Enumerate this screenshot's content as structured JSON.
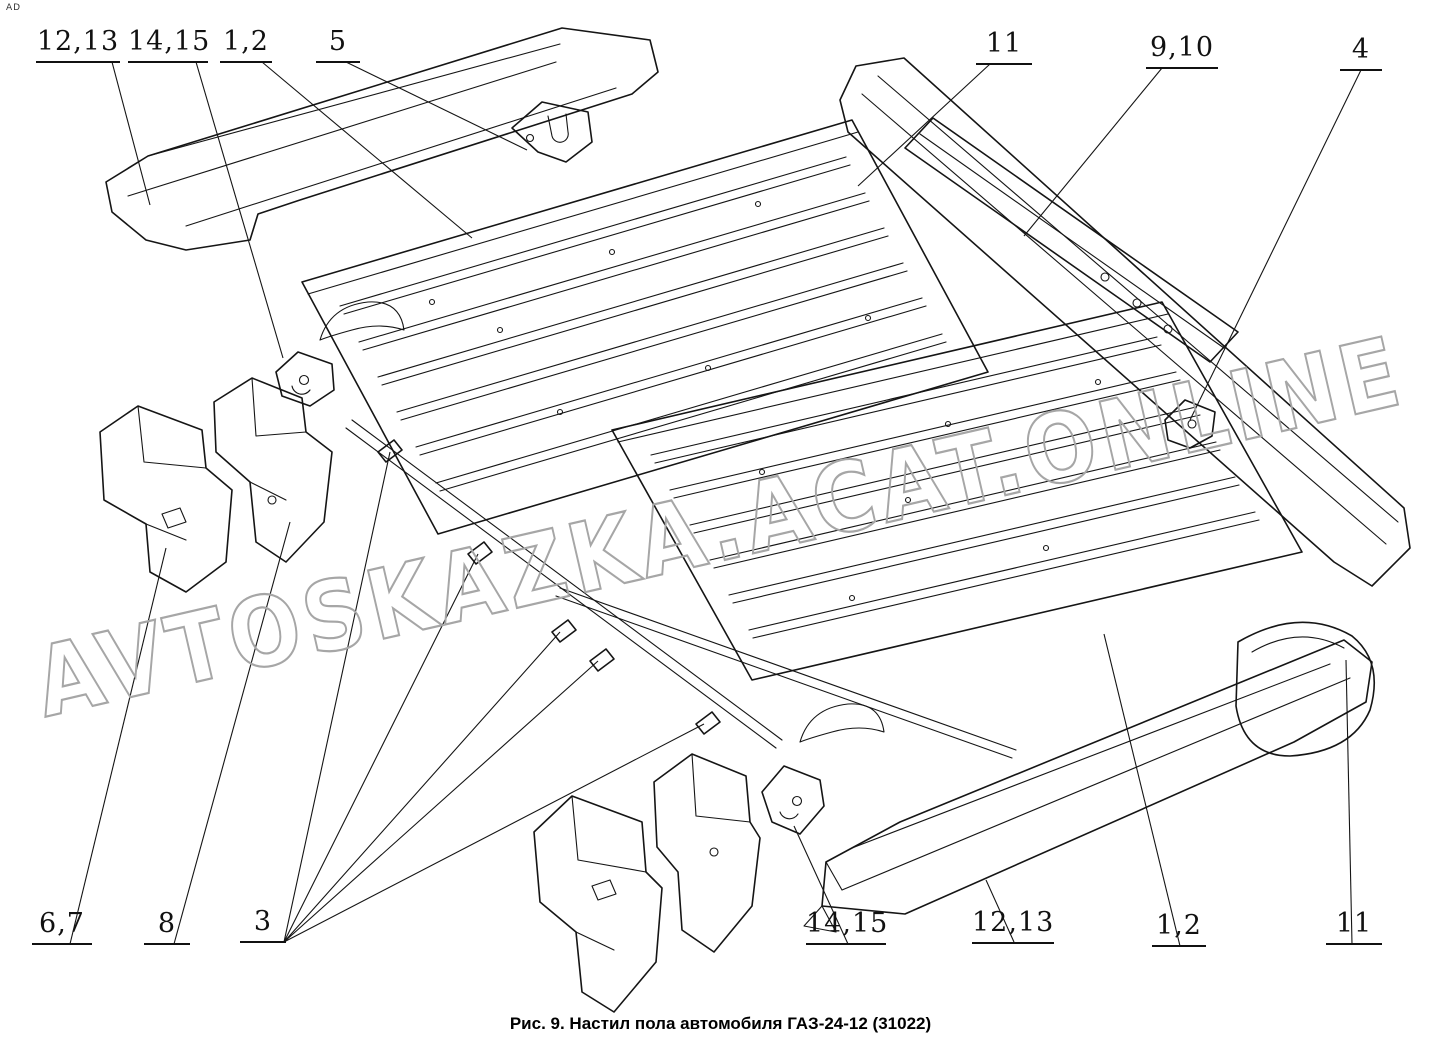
{
  "figure": {
    "caption": "Рис. 9. Настил пола автомобиля ГАЗ-24-12 (31022)",
    "watermark": "AVTOSKAZKA.ACAT.ONLINE",
    "corner_mark": "AD"
  },
  "colors": {
    "line": "#151515",
    "background": "#ffffff",
    "watermark": "#a6a6a6"
  },
  "callouts": {
    "top": [
      {
        "label": "12,13"
      },
      {
        "label": "14,15"
      },
      {
        "label": "1,2"
      },
      {
        "label": "5"
      },
      {
        "label": "11"
      },
      {
        "label": "9,10"
      },
      {
        "label": "4"
      }
    ],
    "bottom": [
      {
        "label": "6,7"
      },
      {
        "label": "8"
      },
      {
        "label": "3"
      },
      {
        "label": "14,15"
      },
      {
        "label": "12,13"
      },
      {
        "label": "1,2"
      },
      {
        "label": "11"
      }
    ]
  }
}
